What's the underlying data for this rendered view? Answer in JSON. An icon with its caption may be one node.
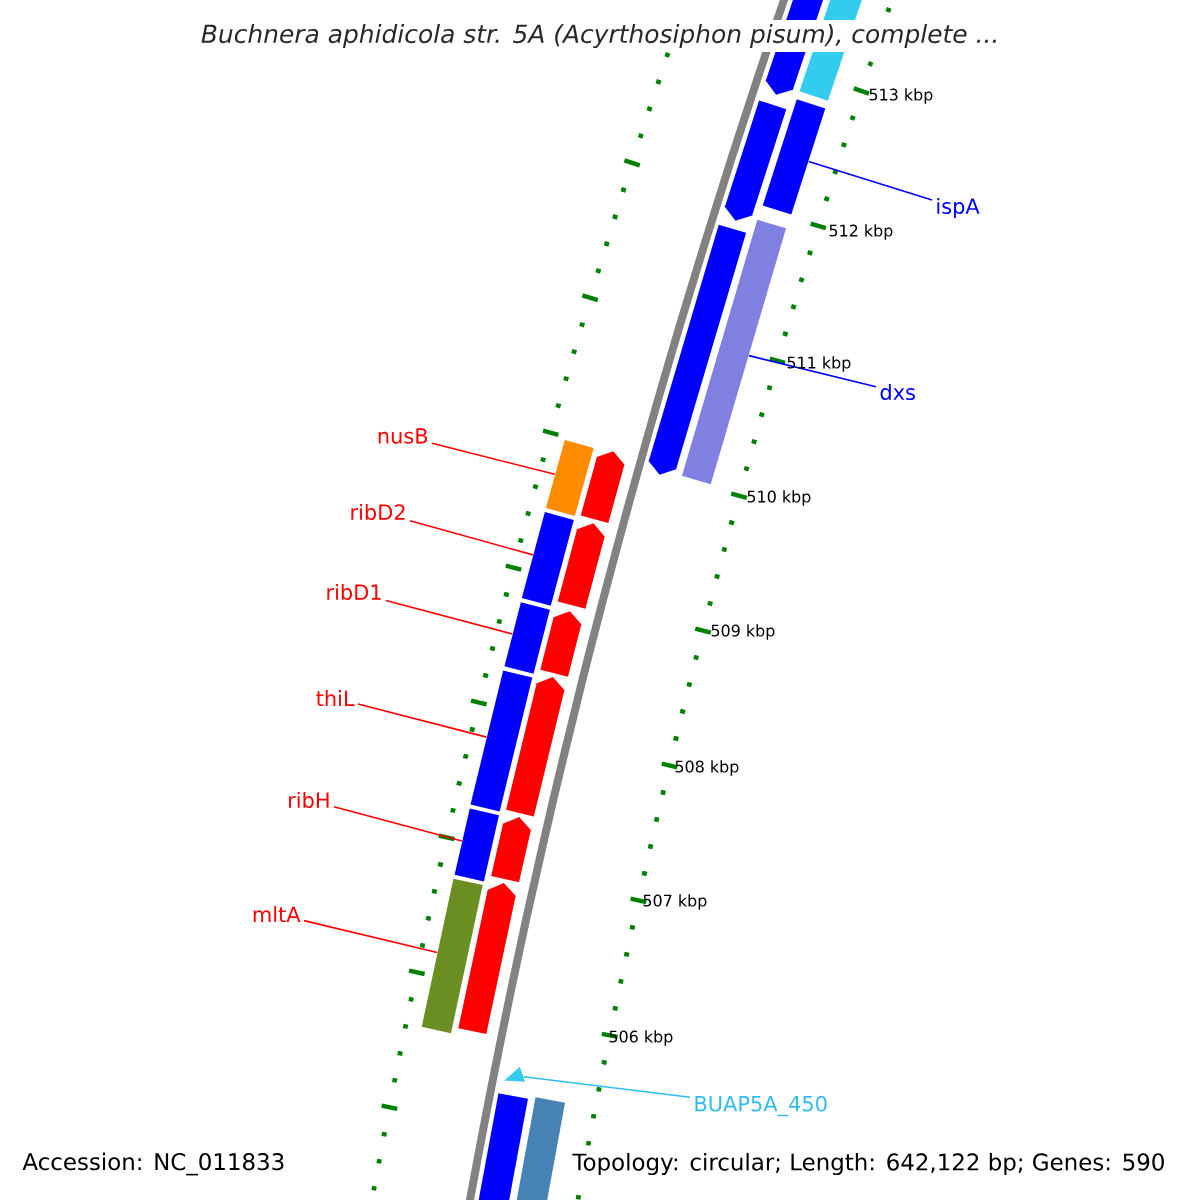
{
  "diagram": {
    "title": "Buchnera aphidicola str. 5A (Acyrthosiphon pisum), complete ...",
    "nodes": [
      {
        "text": [
          "ispA"
        ]
      },
      {
        "text": [
          "dxs"
        ]
      },
      {
        "text": [
          "nusB"
        ]
      },
      {
        "text": [
          "ribD2"
        ]
      },
      {
        "text": [
          "ribD1"
        ]
      },
      {
        "text": [
          "thiL"
        ]
      },
      {
        "text": [
          "ribH"
        ]
      },
      {
        "text": [
          "mltA"
        ]
      },
      {
        "text": [
          "BUAP5A_450"
        ]
      },
      {
        "text": [],
        "shape": "pentagon"
      },
      {
        "text": [],
        "shape": "box"
      },
      {
        "text": [],
        "shape": "pentagon"
      },
      {
        "text": [],
        "shape": "box"
      },
      {
        "text": [],
        "shape": "pentagon"
      },
      {
        "text": [],
        "shape": "box"
      },
      {
        "text": [],
        "shape": "box"
      },
      {
        "text": [],
        "shape": "pentagon"
      },
      {
        "text": [],
        "shape": "box"
      },
      {
        "text": [],
        "shape": "pentagon"
      },
      {
        "text": [],
        "shape": "box"
      },
      {
        "text": [],
        "shape": "pentagon"
      },
      {
        "text": [],
        "shape": "box"
      },
      {
        "text": [],
        "shape": "pentagon"
      },
      {
        "text": [],
        "shape": "box"
      },
      {
        "text": [],
        "shape": "pentagon"
      },
      {
        "text": [],
        "shape": "box"
      },
      {
        "text": [],
        "shape": "pentagon"
      },
      {
        "text": [],
        "shape": "triangle"
      },
      {
        "text": [],
        "shape": "box"
      },
      {
        "text": [],
        "shape": "box"
      }
    ],
    "edges": [
      {
        "from": 0,
        "to": 12,
        "arrow": "none",
        "color": "#0000ff"
      },
      {
        "from": 1,
        "to": 14,
        "arrow": "none",
        "color": "#0000ff"
      },
      {
        "from": 2,
        "to": 15,
        "arrow": "none"
      },
      {
        "from": 3,
        "to": 17,
        "arrow": "none"
      },
      {
        "from": 4,
        "to": 19,
        "arrow": "none"
      },
      {
        "from": 5,
        "to": 21,
        "arrow": "none"
      },
      {
        "from": 6,
        "to": 23,
        "arrow": "none"
      },
      {
        "from": 7,
        "to": 25,
        "arrow": "none"
      },
      {
        "from": 8,
        "to": 27,
        "arrow": "none",
        "color": "#33bbee"
      }
    ],
    "labels": [
      "513 kbp",
      "512 kbp",
      "511 kbp",
      "510 kbp",
      "509 kbp",
      "508 kbp",
      "507 kbp",
      "506 kbp",
      "Accession: NC_011833",
      "Topology: circular; Length: 642,122 bp; Genes: 590"
    ]
  }
}
